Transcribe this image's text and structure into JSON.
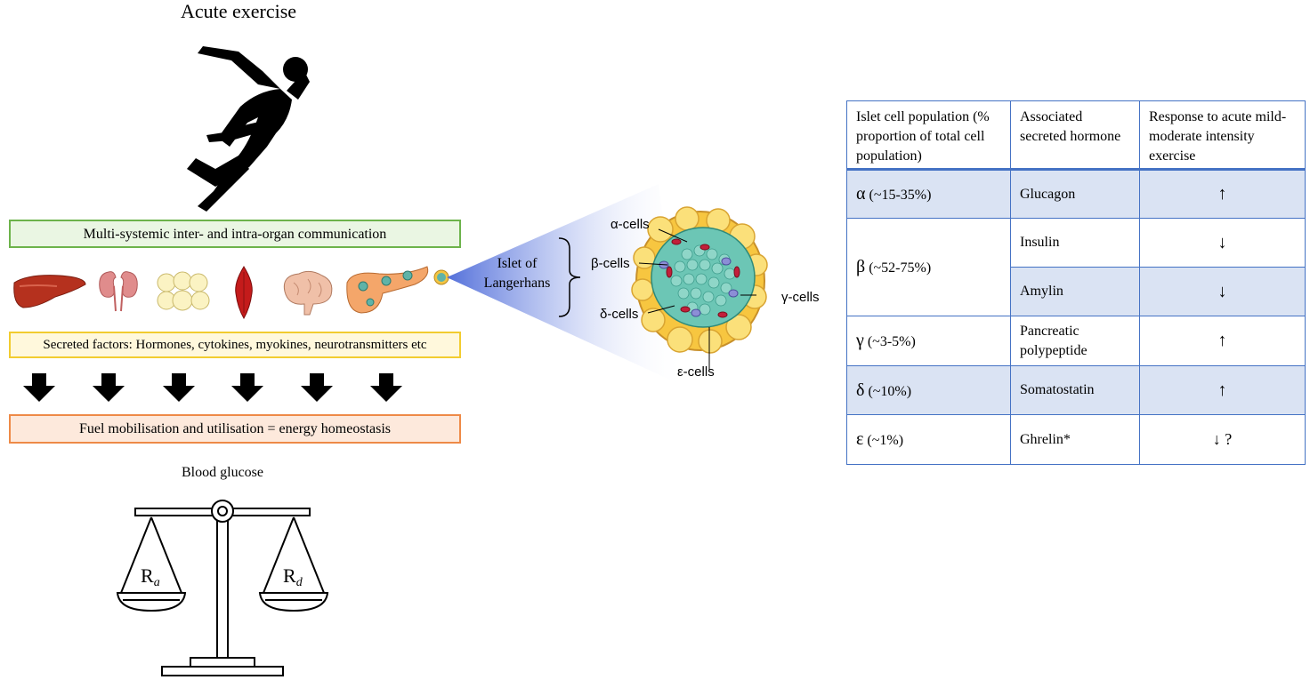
{
  "left_panel": {
    "title": "Acute exercise",
    "communication_label": "Multi-systemic inter- and intra-organ communication",
    "organs": [
      "liver-icon",
      "kidney-icon",
      "adipose-tissue-icon",
      "muscle-icon",
      "brain-icon",
      "pancreas-icon"
    ],
    "secreted_factors_label": "Secreted factors: Hormones, cytokines, myokines, neurotransmitters etc",
    "fuel_label": "Fuel mobilisation and utilisation = energy homeostasis",
    "blood_glucose_label": "Blood glucose",
    "scale_left_main": "R",
    "scale_left_sub": "a",
    "scale_right_main": "R",
    "scale_right_sub": "d",
    "colors": {
      "green_box": "#6db34b",
      "yellow_box": "#f2cc2f",
      "orange_box": "#ee8a47"
    }
  },
  "islet_panel": {
    "islet_label": "Islet of Langerhans",
    "alpha_cells": "α-cells",
    "beta_cells": "β-cells",
    "delta_cells": "δ-cells",
    "gamma_cells": "γ-cells",
    "epsilon_cells": "ε-cells"
  },
  "table": {
    "headers": [
      "Islet cell population (% proportion of total cell population)",
      "Associated secreted hormone",
      "Response to acute mild-moderate intensity exercise"
    ],
    "rows": [
      {
        "symbol": "α",
        "percent": "(~15-35%)",
        "hormone": "Glucagon",
        "response": "↑"
      },
      {
        "symbol": "β",
        "percent": "(~52-75%)",
        "hormone": "Insulin",
        "response": "↓"
      },
      {
        "hormone": "Amylin",
        "response": "↓"
      },
      {
        "symbol": "γ",
        "percent": "(~3-5%)",
        "hormone": "Pancreatic polypeptide",
        "response": "↑"
      },
      {
        "symbol": "δ",
        "percent": "(~10%)",
        "hormone": "Somatostatin",
        "response": "↑"
      },
      {
        "symbol": "ε",
        "percent": "(~1%)",
        "hormone": "Ghrelin*",
        "response": "↓ ?"
      }
    ],
    "colors": {
      "border": "#4472c4",
      "shade": "#dae3f3"
    }
  }
}
